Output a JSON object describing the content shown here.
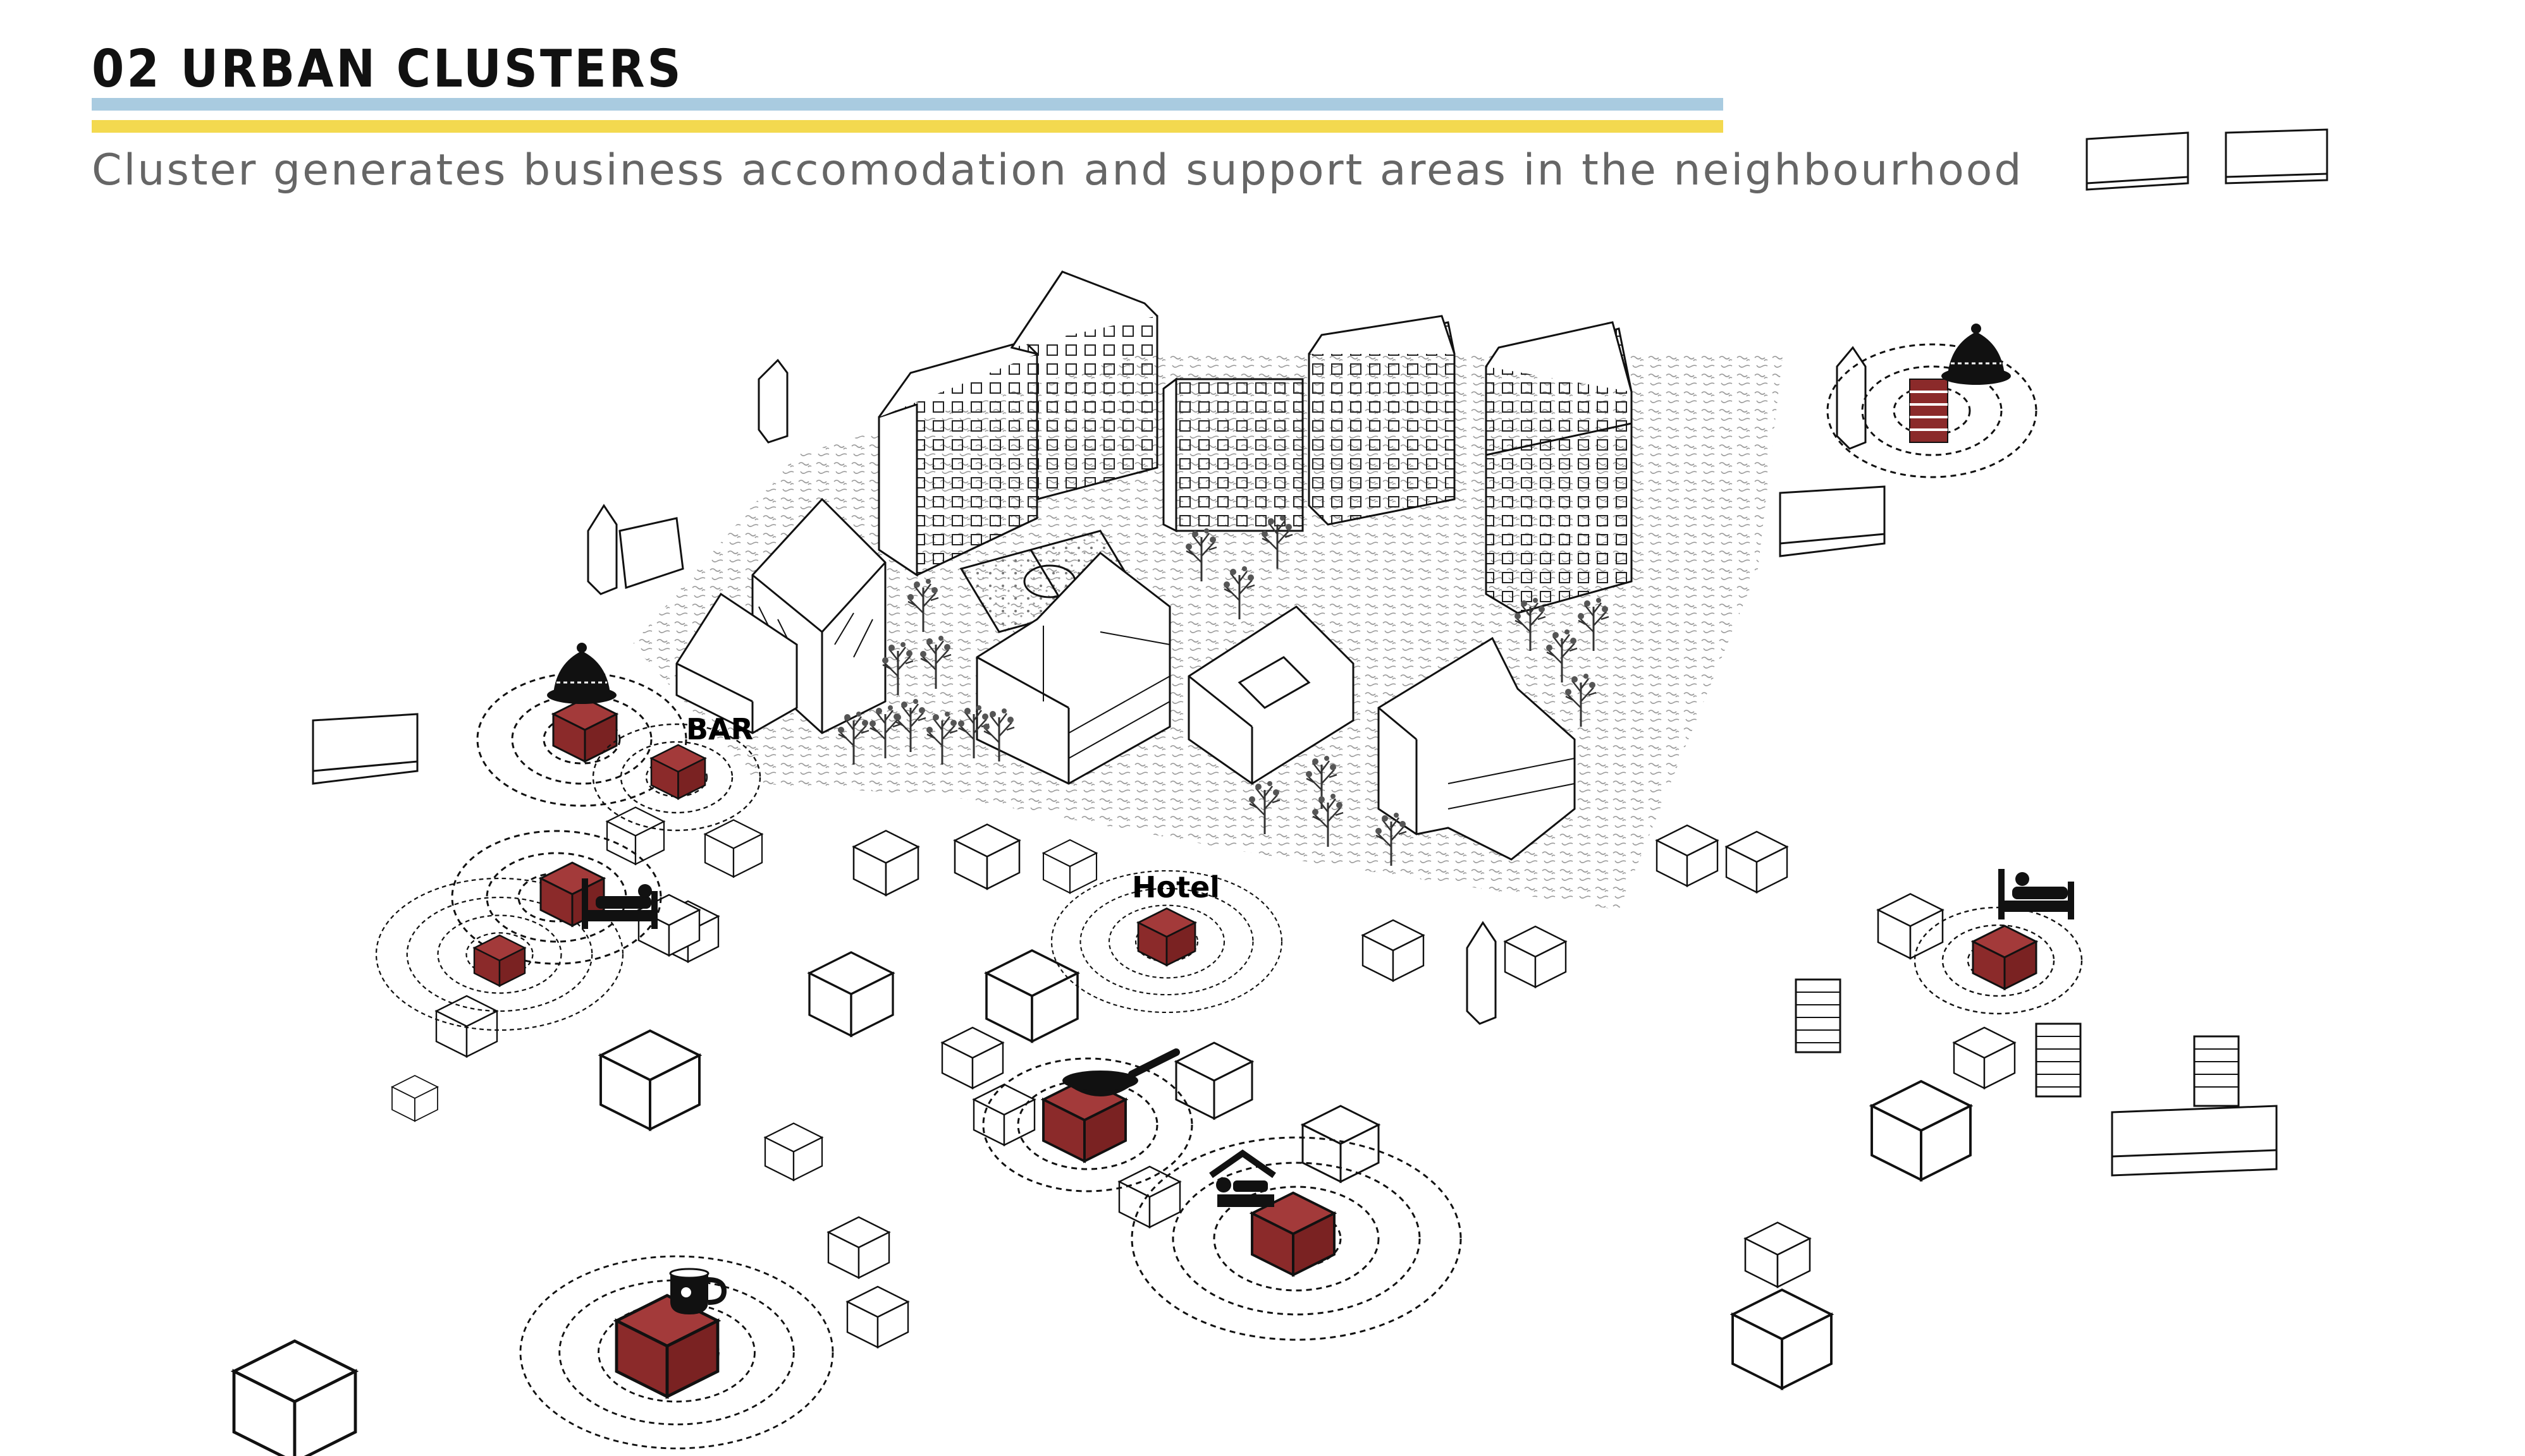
{
  "header": {
    "title": "02 URBAN CLUSTERS",
    "subtitle": "Cluster generates business accomodation and support areas in the neighbourhood"
  },
  "labels": {
    "bar": "BAR",
    "hotel": "Hotel"
  },
  "colors": {
    "accent_blue": "#a9cbe0",
    "accent_yellow": "#f3d94f",
    "business_red": "#8b2a2a",
    "line": "#111111"
  },
  "icons": [
    "tajine-icon",
    "bed-icon",
    "wok-icon",
    "shelter-icon",
    "coffee-cup-icon"
  ]
}
